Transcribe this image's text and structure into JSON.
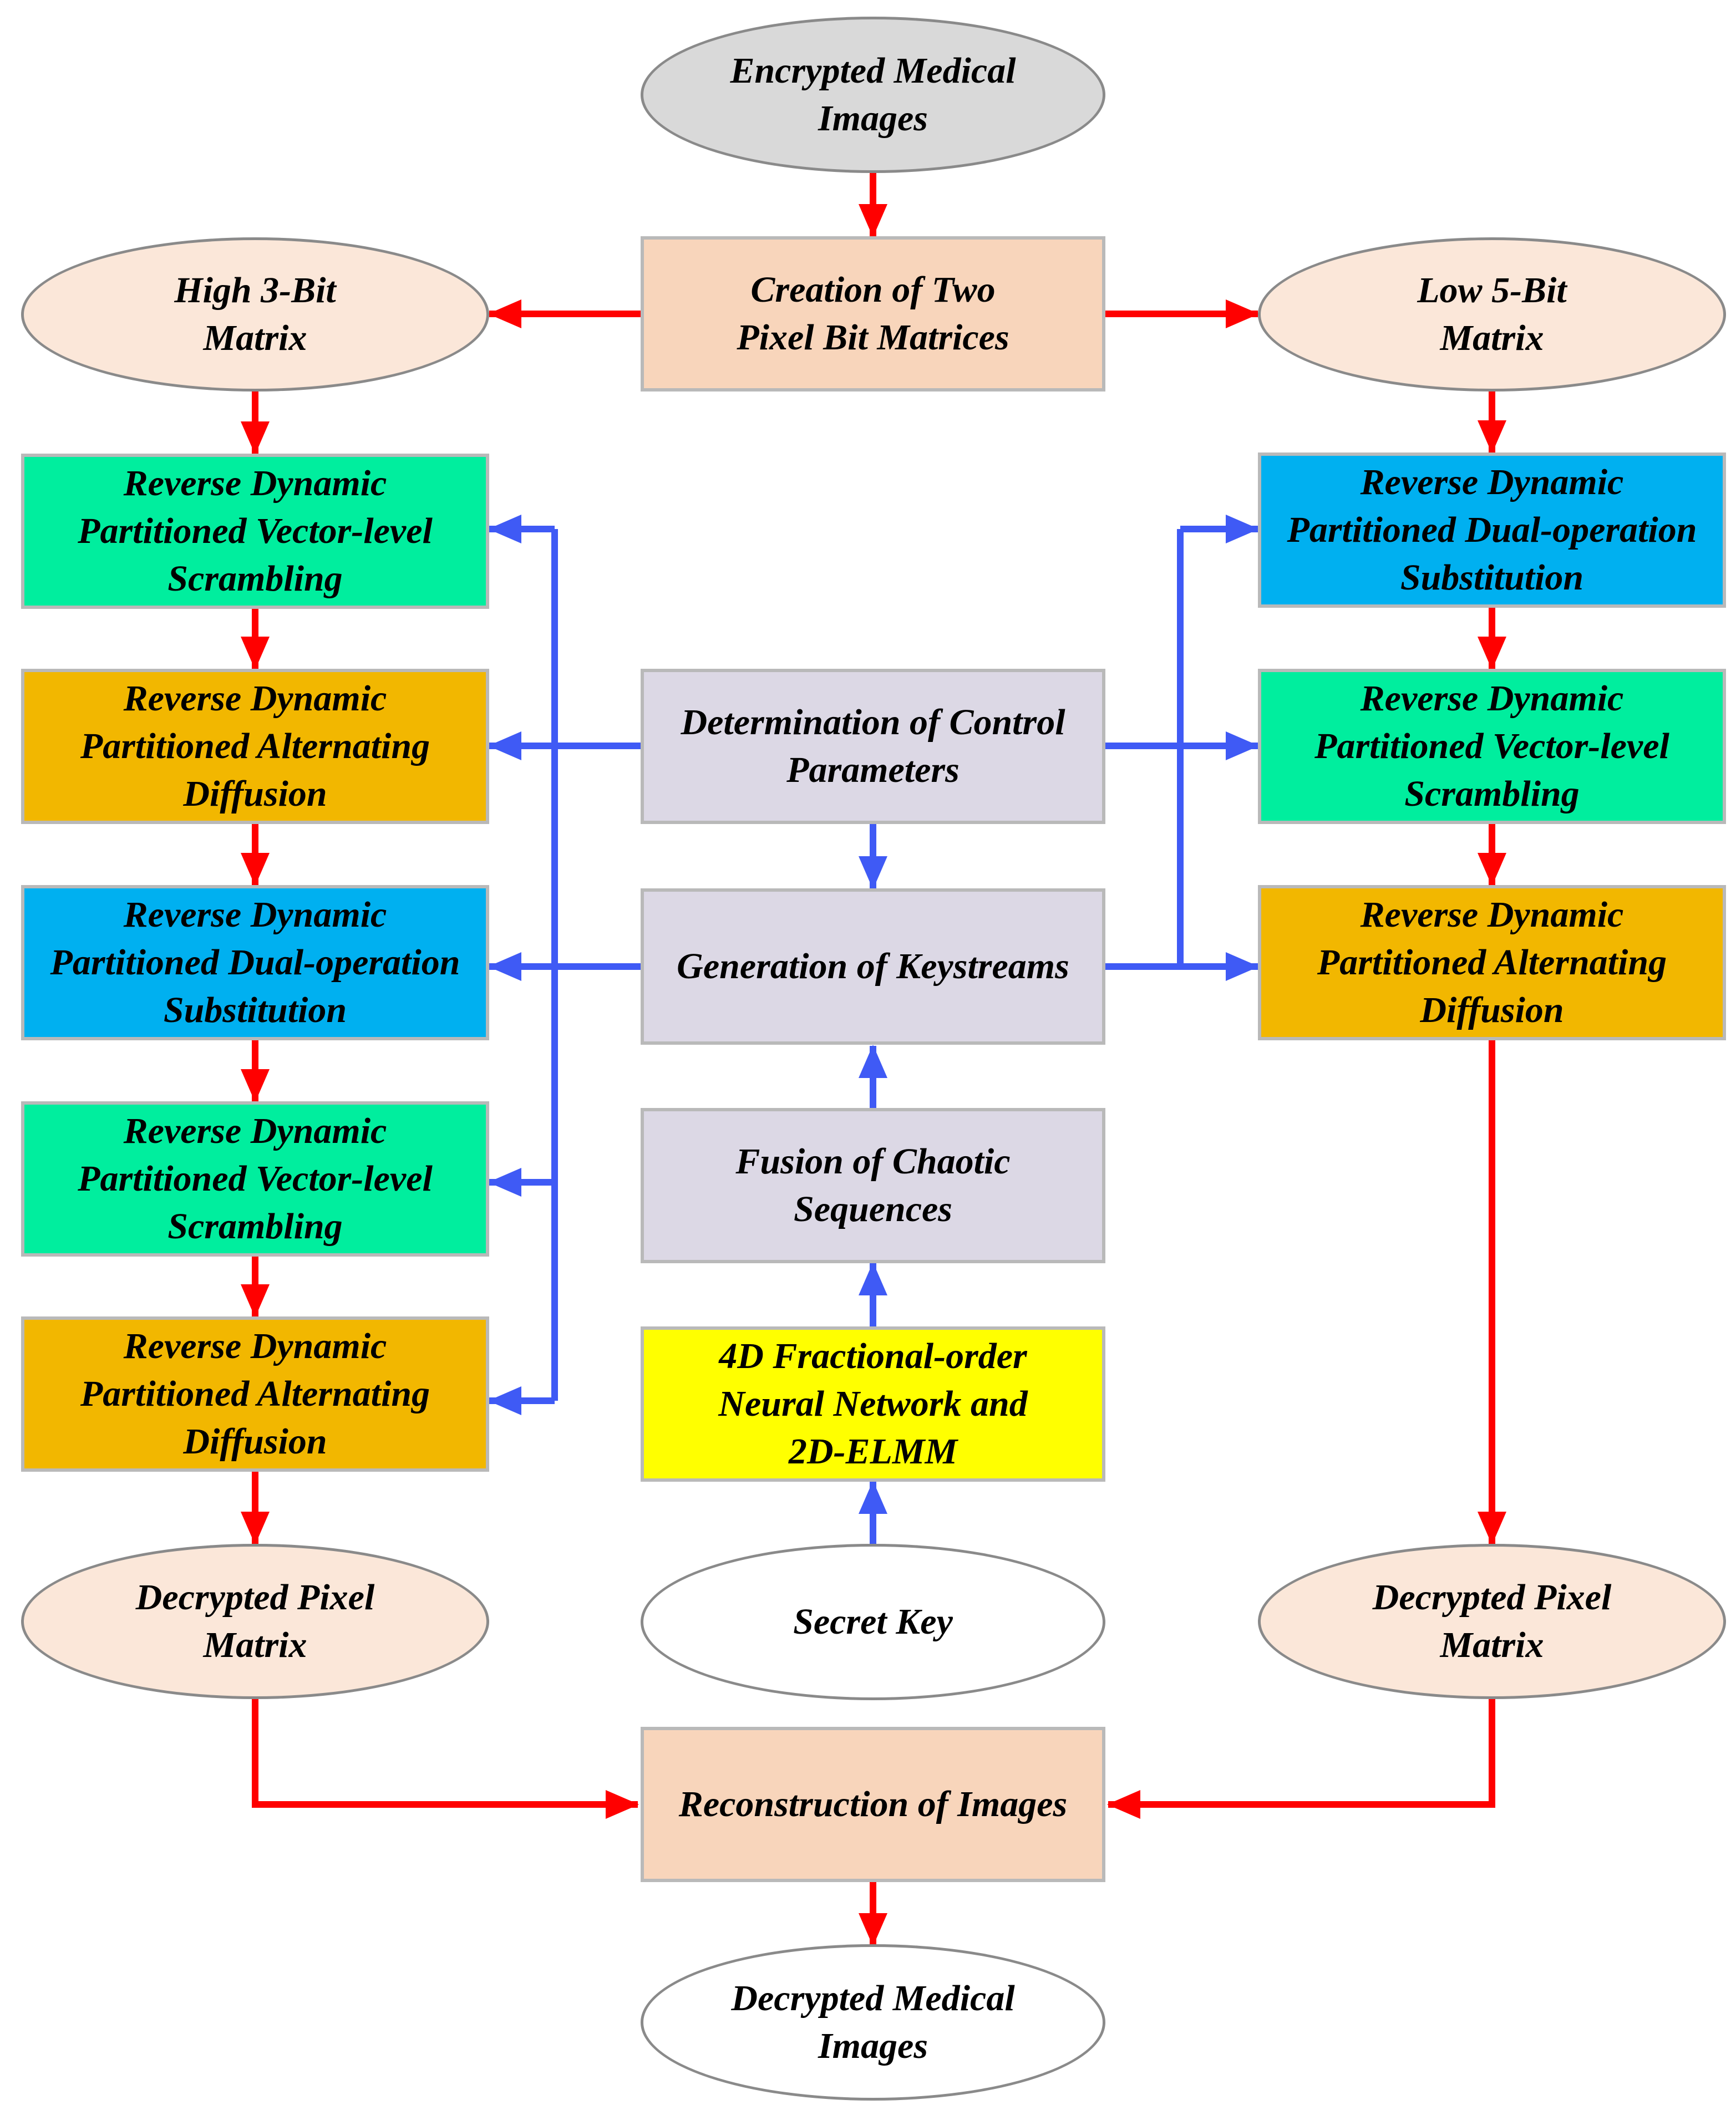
{
  "colors": {
    "gray_ellipse": "#d9d9d9",
    "peach_ellipse": "#fbe7d9",
    "peach_box": "#f8d5bb",
    "white": "#ffffff",
    "green": "#00ee9e",
    "orange": "#f2b700",
    "blue": "#00b0f0",
    "lavender": "#dcd8e5",
    "yellow": "#ffff00",
    "arrow_red": "#ff0000",
    "arrow_blue": "#3f5af5"
  },
  "nodes": {
    "encrypted_images": "Encrypted Medical\nImages",
    "creation_bit_matrices": "Creation of Two\nPixel Bit Matrices",
    "high_3bit": "High 3-Bit\nMatrix",
    "low_5bit": "Low 5-Bit\nMatrix",
    "l_scramble_1": "Reverse Dynamic\nPartitioned Vector-level\nScrambling",
    "l_diffusion_1": "Reverse Dynamic\nPartitioned Alternating\nDiffusion",
    "l_substitution": "Reverse Dynamic\nPartitioned Dual-operation\nSubstitution",
    "l_scramble_2": "Reverse Dynamic\nPartitioned Vector-level\nScrambling",
    "l_diffusion_2": "Reverse Dynamic\nPartitioned Alternating\nDiffusion",
    "r_substitution": "Reverse Dynamic\nPartitioned Dual-operation\nSubstitution",
    "r_scramble": "Reverse Dynamic\nPartitioned Vector-level\nScrambling",
    "r_diffusion": "Reverse Dynamic\nPartitioned Alternating\nDiffusion",
    "control_params": "Determination of Control\nParameters",
    "keystreams": "Generation of Keystreams",
    "fusion": "Fusion of Chaotic\nSequences",
    "neural_net": "4D Fractional-order\nNeural Network and\n2D-ELMM",
    "secret_key": "Secret Key",
    "l_decrypted_pixel": "Decrypted Pixel\nMatrix",
    "r_decrypted_pixel": "Decrypted Pixel\nMatrix",
    "reconstruction": "Reconstruction of Images",
    "decrypted_images": "Decrypted Medical\nImages"
  }
}
